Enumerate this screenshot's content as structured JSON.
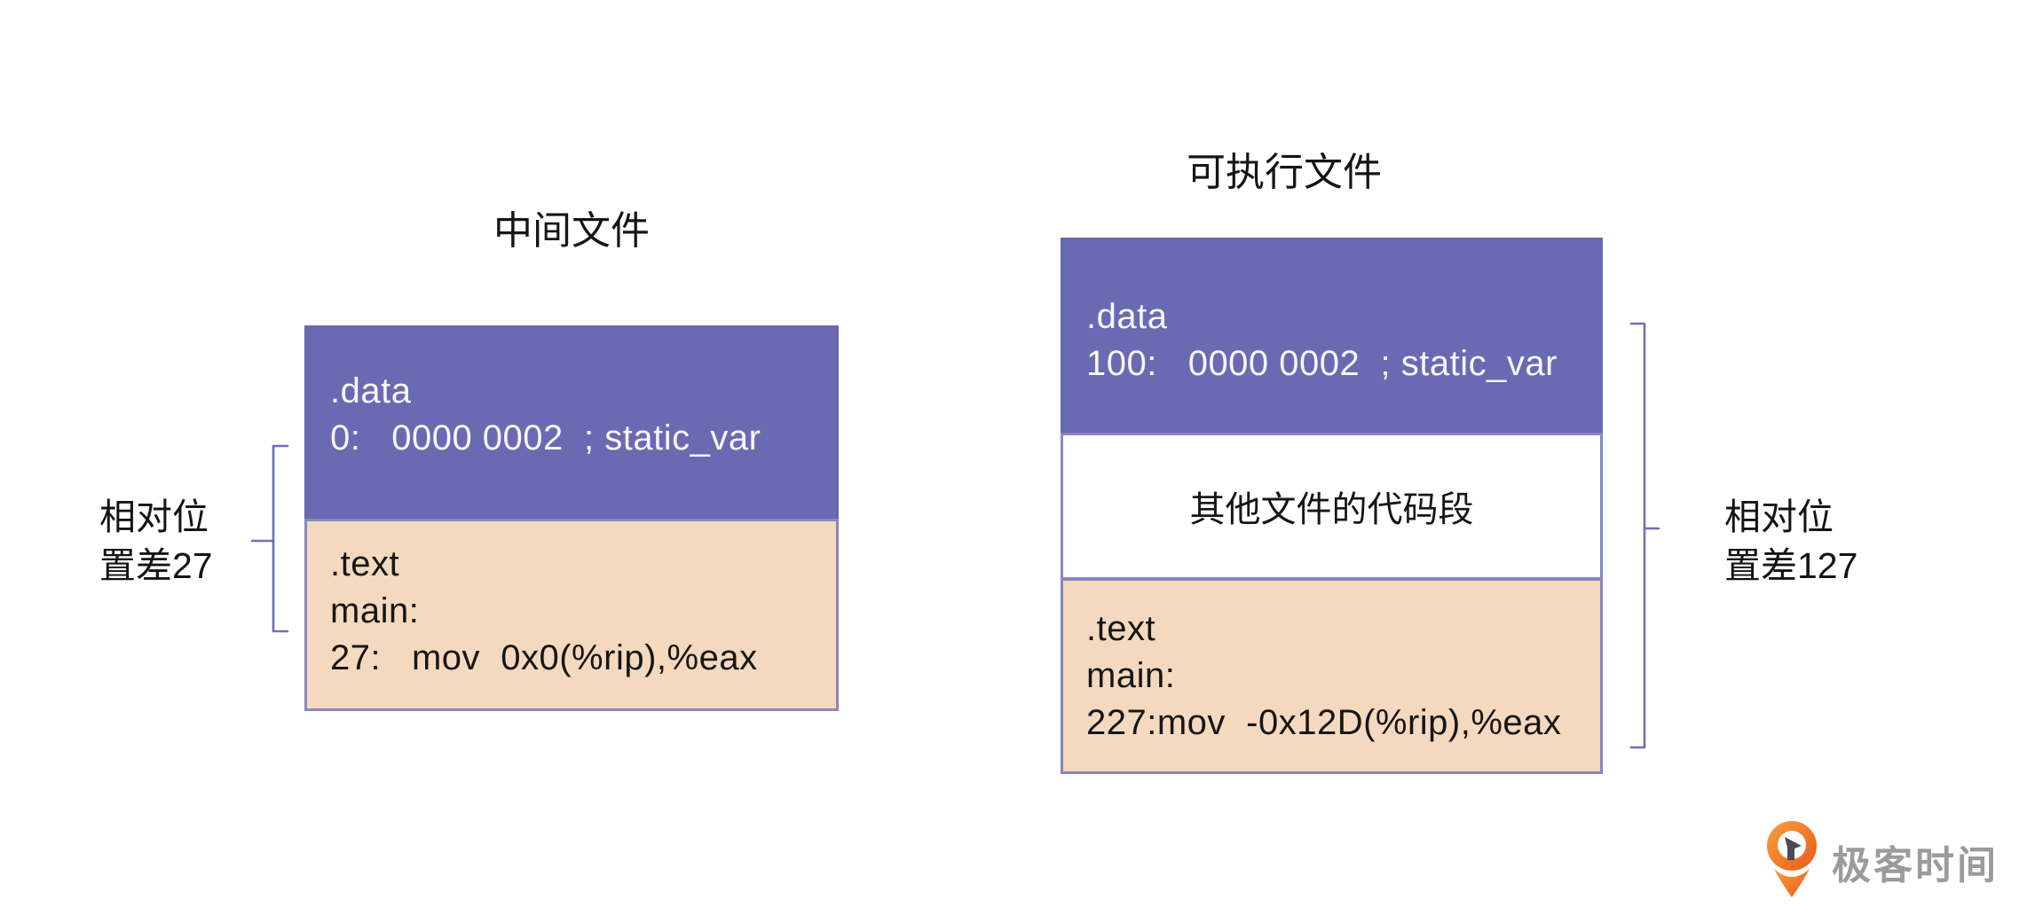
{
  "left_file": {
    "title": "中间文件",
    "data_section": {
      "name": ".data",
      "line": "0:   0000 0002  ; static_var"
    },
    "text_section": {
      "name": ".text",
      "label": "main:",
      "line": "27:   mov  0x0(%rip),%eax"
    },
    "offset_label": {
      "line1": "相对位",
      "line2": "置差27"
    }
  },
  "executable_file": {
    "title": "可执行文件",
    "data_section": {
      "name": ".data",
      "line": "100:   0000 0002  ; static_var"
    },
    "other_section": {
      "label": "其他文件的代码段"
    },
    "text_section": {
      "name": ".text",
      "label": "main:",
      "line": "227:mov  -0x12D(%rip),%eax"
    },
    "offset_label": {
      "line1": "相对位",
      "line2": "置差127"
    }
  },
  "footer": {
    "logo_text": "极客时间"
  },
  "colors": {
    "section_purple": "#6A6AB2",
    "section_peach": "#F5D9BE",
    "section_border": "#8787C2",
    "brace_purple": "#6F6FBA",
    "logo_orange_light": "#F8A13C",
    "logo_orange_dark": "#E85A1C",
    "logo_gray_text": "#9B9B9B"
  }
}
